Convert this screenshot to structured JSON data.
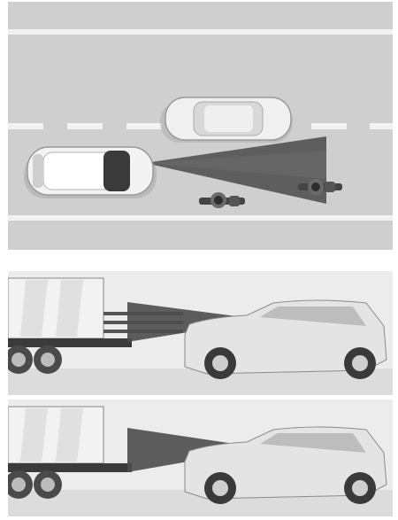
{
  "scenes": [
    {
      "id": "lane-scene",
      "description_hidden": true
    },
    {
      "id": "truck-scene-1"
    },
    {
      "id": "truck-scene-2"
    }
  ],
  "colors": {
    "road": "#cfcfcf",
    "lane_marking": "#f2f2f2",
    "beam": "#555555",
    "car_body": "#e9e9e9",
    "sky": "#ececec"
  }
}
